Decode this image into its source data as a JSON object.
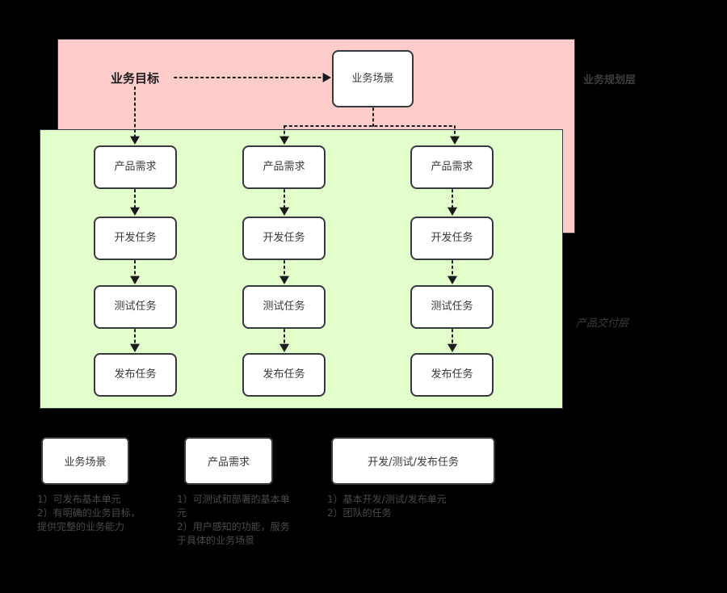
{
  "diagram": {
    "layers": [
      {
        "id": "planning",
        "label": "业务规划层",
        "color": "#ffcccc"
      },
      {
        "id": "delivery",
        "label": "产品交付层",
        "color": "#e3ffcc"
      }
    ],
    "goal_label": "业务目标",
    "scenario_node": "业务场景",
    "columns": [
      {
        "nodes": [
          "产品需求",
          "开发任务",
          "测试任务",
          "发布任务"
        ]
      },
      {
        "nodes": [
          "产品需求",
          "开发任务",
          "测试任务",
          "发布任务"
        ]
      },
      {
        "nodes": [
          "产品需求",
          "开发任务",
          "测试任务",
          "发布任务"
        ]
      }
    ]
  },
  "legend": {
    "items": [
      {
        "title": "业务场景",
        "note": "1）可发布基本单元\n2）有明确的业务目标，提供完整的业务能力"
      },
      {
        "title": "产品需求",
        "note": "1）可测试和部署的基本单元\n2）用户感知的功能，服务于具体的业务场景"
      },
      {
        "title": "开发/测试/发布任务",
        "note": "1）基本开发/测试/发布单元\n2）团队的任务"
      }
    ]
  },
  "style": {
    "node_border": "#36393d",
    "node_fill": "#ffffff",
    "connector": "#1a1a1a",
    "background": "#000000"
  }
}
